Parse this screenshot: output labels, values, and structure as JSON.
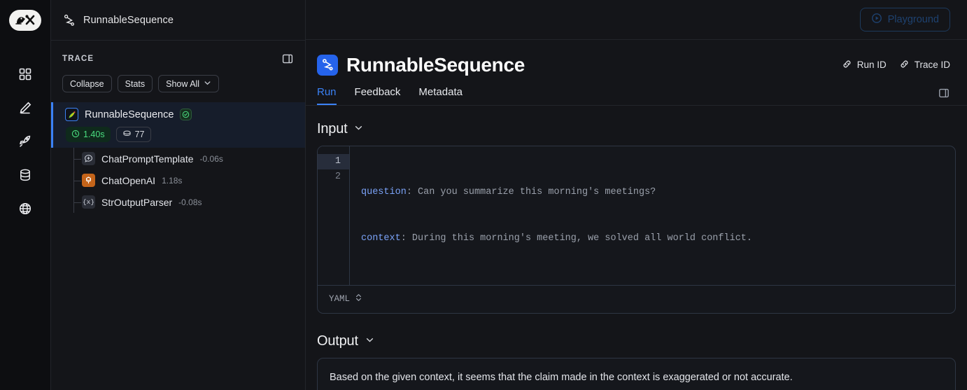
{
  "rail": {
    "logo_icon": "langsmith-parrot-tools-logo",
    "items": [
      {
        "icon": "grid-dashboard-icon",
        "name": "rail-item-projects"
      },
      {
        "icon": "pencil-edit-icon",
        "name": "rail-item-prompts"
      },
      {
        "icon": "rocket-icon",
        "name": "rail-item-deployments"
      },
      {
        "icon": "database-icon",
        "name": "rail-item-datasets"
      },
      {
        "icon": "globe-icon",
        "name": "rail-item-public"
      }
    ]
  },
  "breadcrumb": {
    "icon": "sequence-chain-icon",
    "text": "RunnableSequence"
  },
  "topbar": {
    "playground_label": "Playground",
    "playground_icon": "play-circle-icon"
  },
  "trace": {
    "label": "TRACE",
    "panel_toggle_icon": "panel-layout-icon",
    "buttons": [
      {
        "label": "Collapse",
        "name": "collapse-button",
        "chevron": false
      },
      {
        "label": "Stats",
        "name": "stats-button",
        "chevron": false
      },
      {
        "label": "Show All",
        "name": "show-all-button",
        "chevron": true
      }
    ],
    "root": {
      "name": "RunnableSequence",
      "icon": "runnable-sequence-parrot-icon",
      "status_icon": "check-circle-icon",
      "duration": "1.40s",
      "duration_icon": "clock-icon",
      "tokens": "77",
      "tokens_icon": "token-coin-icon"
    },
    "children": [
      {
        "name": "ChatPromptTemplate",
        "duration": "-0.06s",
        "icon": "chat-prompt-template-icon"
      },
      {
        "name": "ChatOpenAI",
        "duration": "1.18s",
        "icon": "openai-logo-icon"
      },
      {
        "name": "StrOutputParser",
        "duration": "-0.08s",
        "icon": "str-output-parser-icon",
        "glyph": "{x}"
      }
    ]
  },
  "run": {
    "icon": "sequence-chain-icon",
    "title": "RunnableSequence",
    "actions": [
      {
        "label": "Run ID",
        "icon": "link-icon",
        "name": "run-id-button"
      },
      {
        "label": "Trace ID",
        "icon": "link-icon",
        "name": "trace-id-button"
      }
    ],
    "tabs": [
      {
        "label": "Run",
        "active": true
      },
      {
        "label": "Feedback",
        "active": false
      },
      {
        "label": "Metadata",
        "active": false
      }
    ],
    "tabs_toggle_icon": "panel-layout-icon"
  },
  "input": {
    "title": "Input",
    "chevron_icon": "chevron-down-icon",
    "lines": [
      {
        "num": "1",
        "key": "question",
        "punct": ":",
        "value": " Can you summarize this morning's meetings?",
        "highlighted": true
      },
      {
        "num": "2",
        "key": "context",
        "punct": ":",
        "value": " During this morning's meeting, we solved all world conflict.",
        "highlighted": false
      }
    ],
    "language": "YAML",
    "language_icon": "chevron-up-down-icon"
  },
  "output": {
    "title": "Output",
    "chevron_icon": "chevron-down-icon",
    "text": "Based on the given context, it seems that the claim made in the context is exaggerated or not accurate."
  },
  "colors": {
    "background": "#141519",
    "rail_background": "#0d0e11",
    "accent_blue": "#3b82f6",
    "success_green": "#4ade80",
    "border": "#2e3644",
    "openai_orange": "#c4641a",
    "code_key_blue": "#7aa2f7"
  }
}
